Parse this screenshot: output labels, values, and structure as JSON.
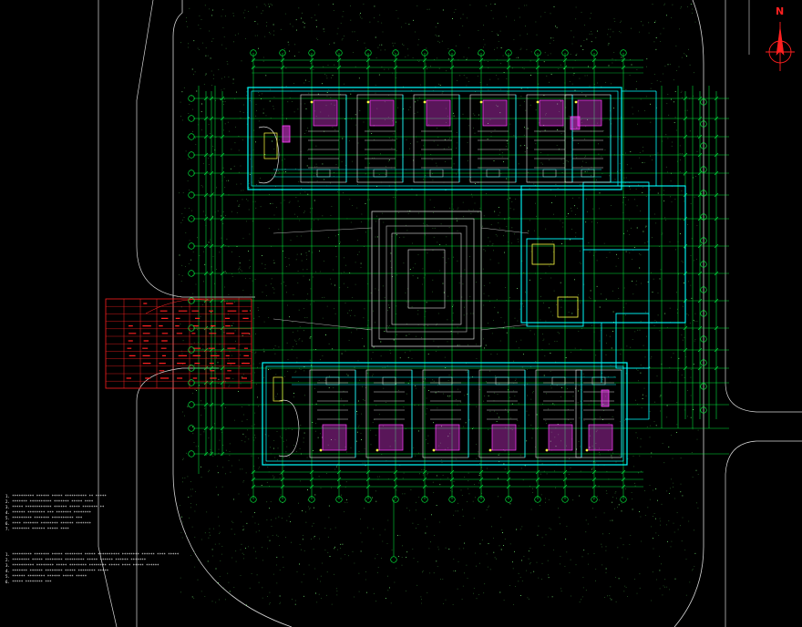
{
  "drawing": {
    "compass_letter": "N",
    "colors": {
      "background": "#000000",
      "wall": "#00ffff",
      "grid": "#00ff40",
      "dim": "#00e040",
      "table": "#ff2020",
      "magenta": "#ff40ff",
      "yellow": "#ffff40",
      "road": "#d8d8d8",
      "text": "#ffffff"
    },
    "notes_1": [
      "1. ********** ****** ***** ********** ** *****",
      "2. ******* ********** ******* ***** ****",
      "3. ***** ************ ****** ***** ******* **",
      "4. ****** ******** *** ******* ********",
      "5. ********* ******* ********** ***",
      "6. **** ******* ******** ****** *******",
      "7. ******** ****** ***** ****"
    ],
    "notes_2": [
      "1. ********* ******* ***** ******** ***** ********** ******** ****** **** *****",
      "2. ******** ***** ******** ********* ***** ****** ****** *******",
      "3. ********** ******** ***** ******** ******** ***** **** ***** ******",
      "4. ******* ****** ******** ***** ******** *****",
      "5. ****** ******** ****** ***** *****",
      "6. ***** ******** ***"
    ]
  }
}
